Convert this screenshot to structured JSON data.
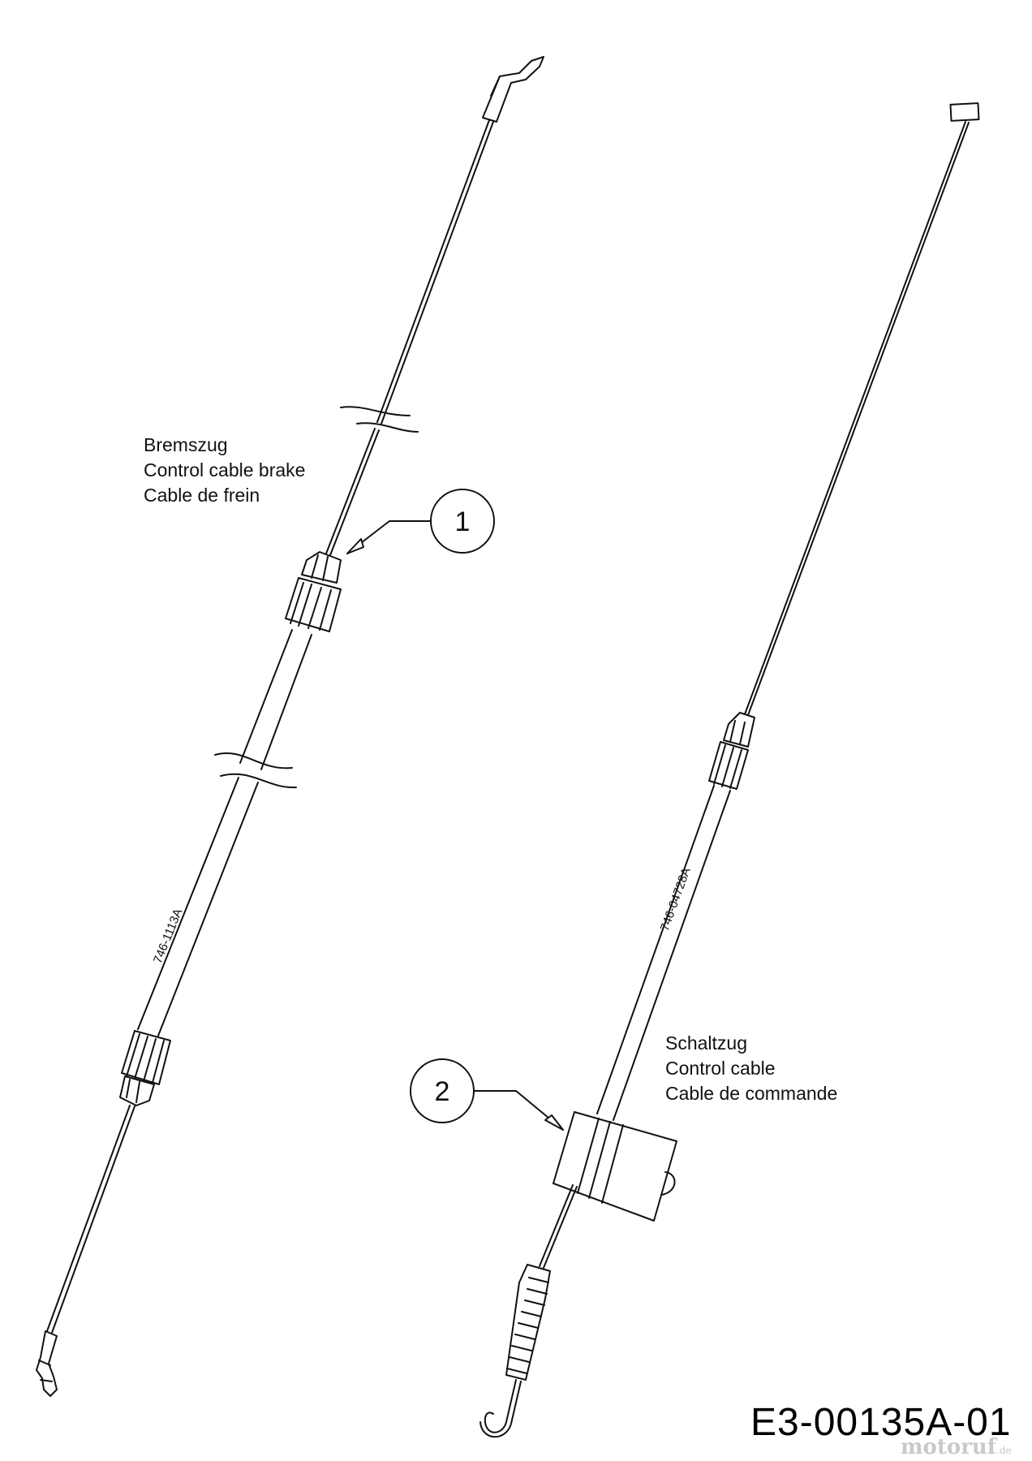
{
  "diagram": {
    "drawing_id": "E3-00135A-01",
    "watermark": {
      "brand": "motoruf",
      "suffix": ".de"
    },
    "parts": [
      {
        "callout": "1",
        "part_number": "746-1113A",
        "labels": [
          "Bremszug",
          "Control cable brake",
          "Cable de frein"
        ]
      },
      {
        "callout": "2",
        "part_number": "746-04728A",
        "labels": [
          "Schaltzug",
          "Control cable",
          "Cable de commande"
        ]
      }
    ]
  }
}
